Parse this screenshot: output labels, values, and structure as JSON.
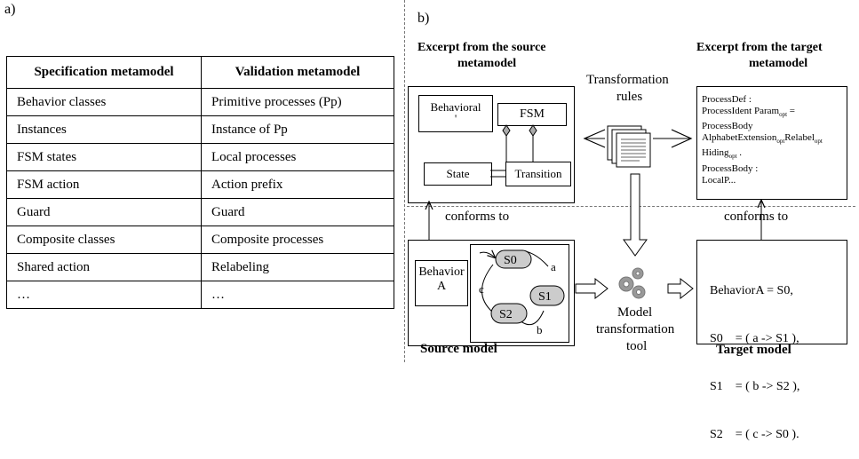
{
  "panel_a": {
    "label": "a)",
    "headers": [
      "Specification metamodel",
      "Validation metamodel"
    ],
    "rows": [
      [
        "Behavior classes",
        "Primitive processes (Pp)"
      ],
      [
        "Instances",
        "Instance of Pp"
      ],
      [
        "FSM states",
        "Local processes"
      ],
      [
        "FSM action",
        "Action prefix"
      ],
      [
        "Guard",
        "Guard"
      ],
      [
        "Composite classes",
        "Composite processes"
      ],
      [
        "Shared action",
        "Relabeling"
      ],
      [
        "…",
        "…"
      ]
    ]
  },
  "panel_b": {
    "label": "b)",
    "source_meta_title_1": "Excerpt from the source",
    "source_meta_title_2": "metamodel",
    "target_meta_title_1": "Excerpt from the target",
    "target_meta_title_2": "metamodel",
    "uml": {
      "behavioral": "Behavioral",
      "behavioral_tail": "'",
      "fsm": "FSM",
      "state": "State",
      "transition": "Transition"
    },
    "rules_1": "Transformation",
    "rules_2": "rules",
    "target_meta_lines": [
      "ProcessDef :",
      "ProcessIdent Param",
      "ProcessBody",
      "AlphabetExtension",
      "Hiding",
      "ProcessBody :",
      "LocalP..."
    ],
    "target_meta_subs": {
      "param_sub": "opt",
      "param_tail": " =",
      "alpha_sub": "opt",
      "relabel": "Relabel",
      "relabel_sub": "opt",
      "hiding_sub": "opt",
      "hiding_tail": " ."
    },
    "conforms_left": "conforms to",
    "conforms_right": "conforms to",
    "source_model": {
      "behavior_line1": "Behavior",
      "behavior_line2": "A",
      "states": [
        "S0",
        "S1",
        "S2"
      ],
      "transitions": [
        "a",
        "b",
        "c"
      ],
      "caption": "Source model"
    },
    "tool_1": "Model",
    "tool_2": "transformation",
    "tool_3": "tool",
    "target_model": {
      "lines": [
        "BehaviorA = S0,",
        "S0    = ( a -> S1 ),",
        "S1    = ( b -> S2 ),",
        "S2    = ( c -> S0 )."
      ],
      "caption": "Target model"
    }
  }
}
